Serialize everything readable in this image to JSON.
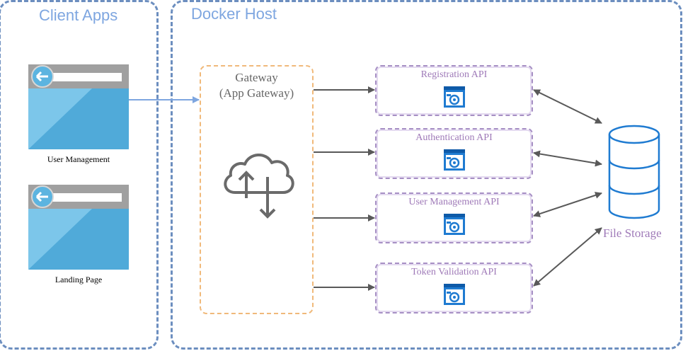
{
  "groups": {
    "client_apps": {
      "title": "Client Apps"
    },
    "docker_host": {
      "title": "Docker Host"
    }
  },
  "client_apps": [
    {
      "label": "User Management"
    },
    {
      "label": "Landing Page"
    }
  ],
  "gateway": {
    "line1": "Gateway",
    "line2": "(App Gateway)"
  },
  "apis": [
    {
      "label": "Registration API"
    },
    {
      "label": "Authentication API"
    },
    {
      "label": "User Management API"
    },
    {
      "label": "Token Validation API"
    }
  ],
  "storage": {
    "label": "File Storage"
  },
  "colors": {
    "group_border": "#6c8ebf",
    "group_title": "#7ea6e0",
    "gateway_border": "#f0b97a",
    "api_border": "#a68fc4",
    "api_text": "#9f7ab8",
    "storage_stroke": "#1f7bd1",
    "connector": "#595959",
    "client_link": "#7ea6e0"
  },
  "icons": {
    "client_app": "browser-window-icon",
    "gateway": "cloud-upload-download-icon",
    "api": "api-app-icon",
    "storage": "database-icon"
  }
}
